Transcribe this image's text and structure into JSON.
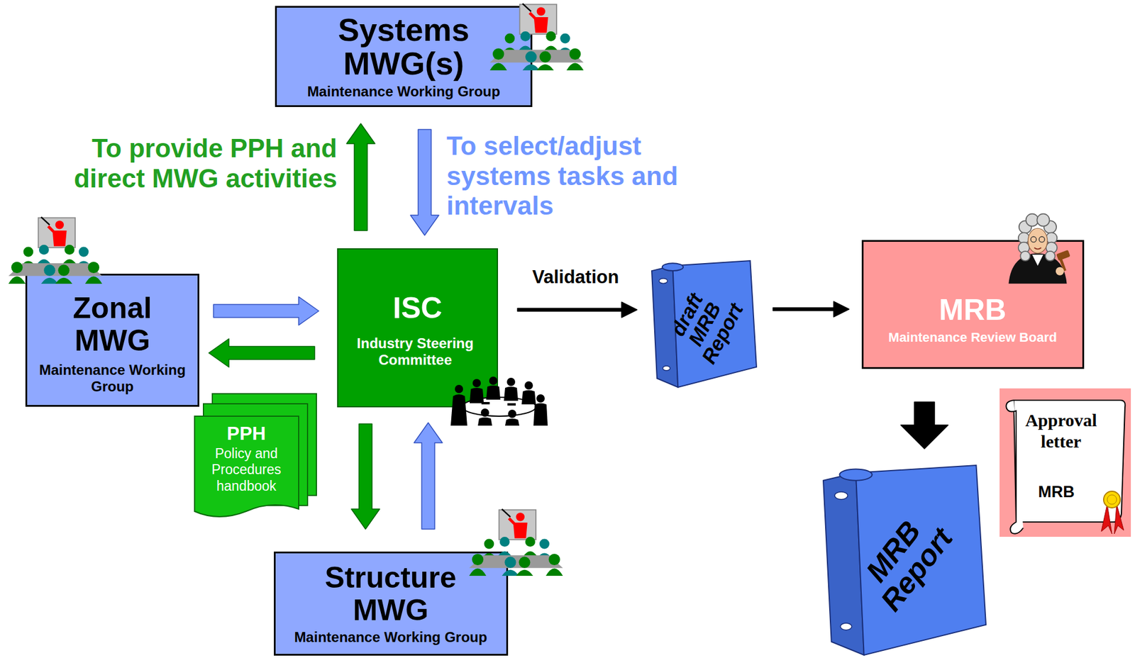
{
  "diagram": {
    "nodes": [
      {
        "text": [
          "Systems MWG(s)",
          "Maintenance Working Group"
        ]
      },
      {
        "text": [
          "Zonal MWG",
          "Maintenance Working Group"
        ]
      },
      {
        "text": [
          "ISC",
          "Industry Steering Committee"
        ]
      },
      {
        "text": [
          "draft MRB Report"
        ]
      },
      {
        "text": [
          "MRB",
          "Maintenance Review Board"
        ]
      },
      {
        "text": [
          "PPH",
          "Policy and Procedures handbook"
        ]
      },
      {
        "text": [
          "Structure MWG",
          "Maintenance Working Group"
        ]
      },
      {
        "text": [
          "MRB Report"
        ]
      },
      {
        "text": [
          "Approval letter",
          "MRB"
        ]
      }
    ],
    "edges": [
      {
        "from": 2,
        "to": 0,
        "arrow": "to",
        "label": "To provide PPH and direct MWG activities"
      },
      {
        "from": 0,
        "to": 2,
        "arrow": "to",
        "label": "To select/adjust systems tasks and intervals"
      },
      {
        "from": 1,
        "to": 2,
        "arrow": "to"
      },
      {
        "from": 2,
        "to": 1,
        "arrow": "to"
      },
      {
        "from": 2,
        "to": 6,
        "arrow": "to"
      },
      {
        "from": 6,
        "to": 2,
        "arrow": "to"
      },
      {
        "from": 2,
        "to": 3,
        "arrow": "to",
        "label": "Validation"
      },
      {
        "from": 3,
        "to": 4,
        "arrow": "to"
      },
      {
        "from": 4,
        "to": 7,
        "arrow": "to"
      }
    ]
  }
}
